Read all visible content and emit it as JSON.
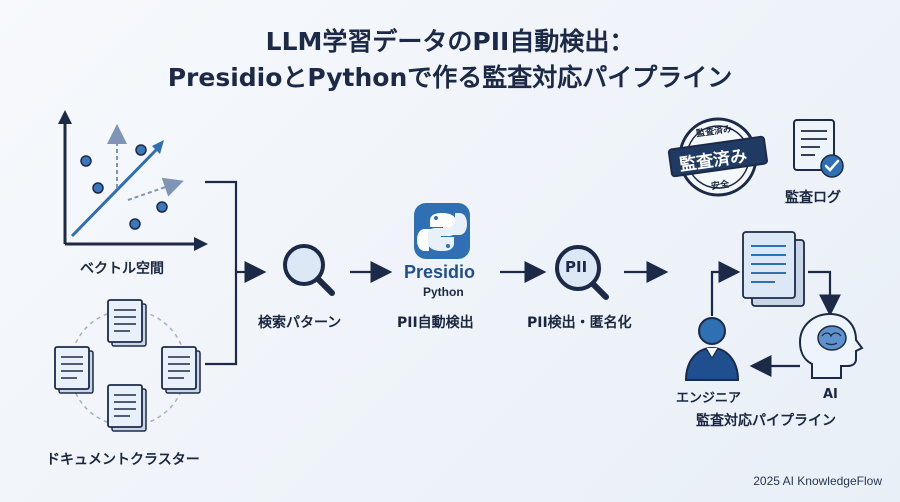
{
  "title": {
    "line1": "LLM学習データのPII自動検出：",
    "line2": "PresidioとPythonで作る監査対応パイプライン"
  },
  "nodes": {
    "vector_space": "ベクトル空間",
    "doc_cluster": "ドキュメントクラスター",
    "search_pattern": "検索パターン",
    "presidio_name": "Presidio",
    "presidio_lang": "Python",
    "pii_auto_detect": "PII自動検出",
    "pii_badge": "PII",
    "pii_detect_mask": "PII検出・匿名化",
    "audit_log": "監査ログ",
    "engineer": "エンジニア",
    "ai": "AI",
    "audit_pipeline": "監査対応パイプライン"
  },
  "stamp": {
    "top": "監査済み",
    "main": "監査済み",
    "bottom": "安全"
  },
  "footer": "2025 AI KnowledgeFlow",
  "colors": {
    "accent": "#2f6fb3",
    "dark": "#1c2a48",
    "light_fill": "#dce8f6"
  }
}
